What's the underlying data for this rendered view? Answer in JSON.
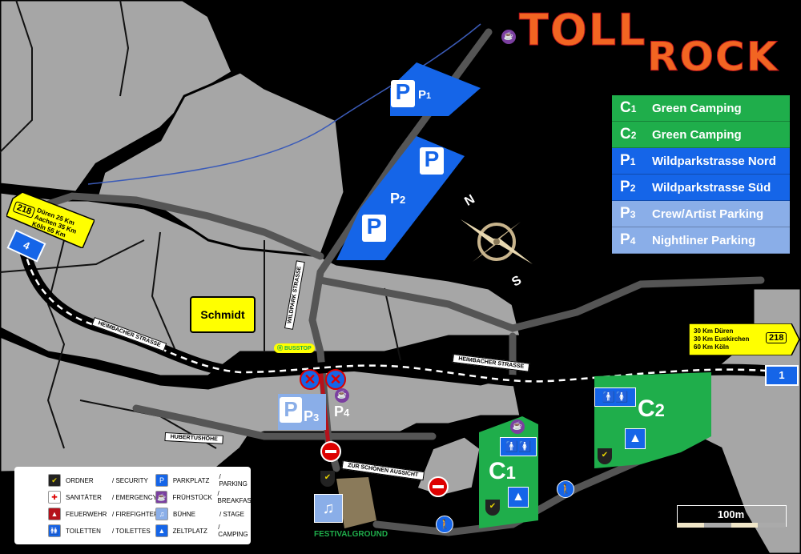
{
  "logo": {
    "text_top": "TOLL",
    "text_bottom": "ROCK"
  },
  "legend": [
    {
      "code": "C",
      "num": "1",
      "name": "Green Camping",
      "color": "#1fae4b"
    },
    {
      "code": "C",
      "num": "2",
      "name": "Green Camping",
      "color": "#1fae4b"
    },
    {
      "code": "P",
      "num": "1",
      "name": "Wildparkstrasse Nord",
      "color": "#1565e8"
    },
    {
      "code": "P",
      "num": "2",
      "name": "Wildparkstrasse Süd",
      "color": "#1565e8"
    },
    {
      "code": "P",
      "num": "3",
      "name": "Crew/Artist Parking",
      "color": "#8aaee8"
    },
    {
      "code": "P",
      "num": "4",
      "name": "Nightliner Parking",
      "color": "#8aaee8"
    }
  ],
  "compass": {
    "n": "N",
    "s": "S"
  },
  "roads": {
    "heimbacher_west": "HEIMBACHER STRASSE",
    "heimbacher_east": "HEIMBACHER STRASSE",
    "wildpark": "WILDPARK STRASSE",
    "hubertushoehe": "HUBERTUSHÖHE",
    "zur_schoenen_aussicht": "ZUR SCHÖNEN AUSSICHT"
  },
  "signs": {
    "west_route": "218",
    "west_lines": [
      "Düren  25 Km",
      "Aachen  35 Km",
      "Köln  55 Km"
    ],
    "west_exit": "4",
    "east_route": "218",
    "east_lines": [
      "30 Km Düren",
      "30 Km Euskirchen",
      "60 Km Köln"
    ],
    "east_exit": "1"
  },
  "places": {
    "schmidt": "Schmidt",
    "busstop": "BUSSTOP",
    "festivalground": "FESTIVALGROUND"
  },
  "map_labels": {
    "p1": "P",
    "p1_num": "1",
    "p2": "P",
    "p2_num": "2",
    "p3": "P",
    "p3_num": "3",
    "p4": "P",
    "p4_num": "4",
    "c1": "C",
    "c1_num": "1",
    "c2": "C",
    "c2_num": "2"
  },
  "key": [
    {
      "icon": "security-shield-icon",
      "de": "ORDNER",
      "en": "/ SECURITY"
    },
    {
      "icon": "medical-icon",
      "de": "SANITÄTER",
      "en": "/ EMERGENCY"
    },
    {
      "icon": "fire-icon",
      "de": "FEUERWEHR",
      "en": "/ FIREFIGHTER"
    },
    {
      "icon": "toilet-icon",
      "de": "TOILETTEN",
      "en": "/ TOILETTES"
    },
    {
      "icon": "parking-icon",
      "de": "PARKPLATZ",
      "en": "/ PARKING"
    },
    {
      "icon": "breakfast-icon",
      "de": "FRÜHSTÜCK",
      "en": "/ BREAKFAST"
    },
    {
      "icon": "stage-icon",
      "de": "BÜHNE",
      "en": "/ STAGE"
    },
    {
      "icon": "tent-icon",
      "de": "ZELTPLATZ",
      "en": "/ CAMPING"
    }
  ],
  "scale": {
    "label": "100m"
  },
  "colors": {
    "background": "#000000",
    "land": "#a6a6a6",
    "camping": "#1fae4b",
    "parking_main": "#1565e8",
    "parking_crew": "#8aaee8",
    "sign_yellow": "#ffff00",
    "logo_orange": "#f26522",
    "logo_red": "#b5121b"
  }
}
